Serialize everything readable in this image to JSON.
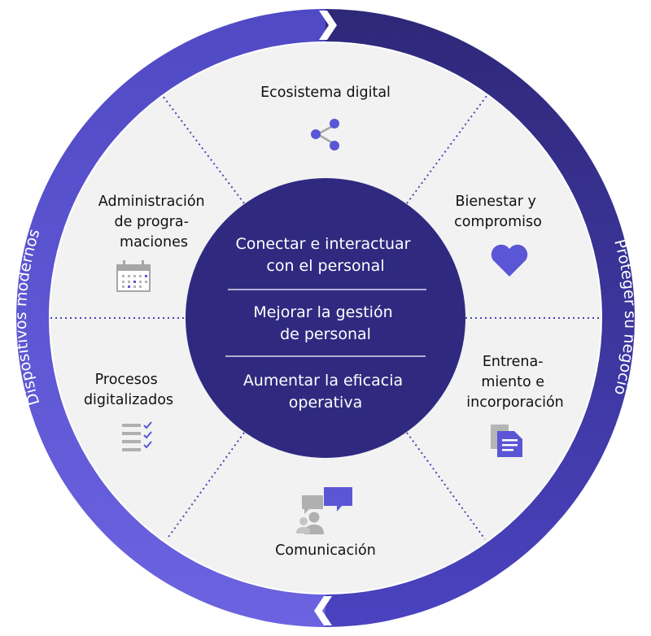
{
  "ring": {
    "left_label": "Dispositivos modernos",
    "right_label": "Proteger su negocio"
  },
  "segments": [
    {
      "id": "ecosistema",
      "lines": [
        "Ecosistema digital"
      ],
      "icon": "share-nodes-icon"
    },
    {
      "id": "bienestar",
      "lines": [
        "Bienestar y",
        "compromiso"
      ],
      "icon": "heart-icon"
    },
    {
      "id": "entrenamiento",
      "lines": [
        "Entrena-",
        "miento e",
        "incorporación"
      ],
      "icon": "document-icon"
    },
    {
      "id": "comunicacion",
      "lines": [
        "Comunicación"
      ],
      "icon": "chat-people-icon"
    },
    {
      "id": "procesos",
      "lines": [
        "Procesos",
        "digitalizados"
      ],
      "icon": "checklist-icon"
    },
    {
      "id": "administracion",
      "lines": [
        "Administración",
        "de progra-",
        "maciones"
      ],
      "icon": "calendar-icon"
    }
  ],
  "core": {
    "items": [
      {
        "lines": [
          "Conectar e interactuar",
          "con el personal"
        ]
      },
      {
        "lines": [
          "Mejorar la gestión",
          "de personal"
        ]
      },
      {
        "lines": [
          "Aumentar la eficacia",
          "operativa"
        ]
      }
    ]
  },
  "colors": {
    "ring_dark": "#2e2878",
    "ring_light": "#5b54d1",
    "segment_bg": "#f2f2f2",
    "core": "#2f2a80",
    "accent": "#5b56d6",
    "icon_gray": "#a6a6a6",
    "divider": "#4a42b8"
  }
}
